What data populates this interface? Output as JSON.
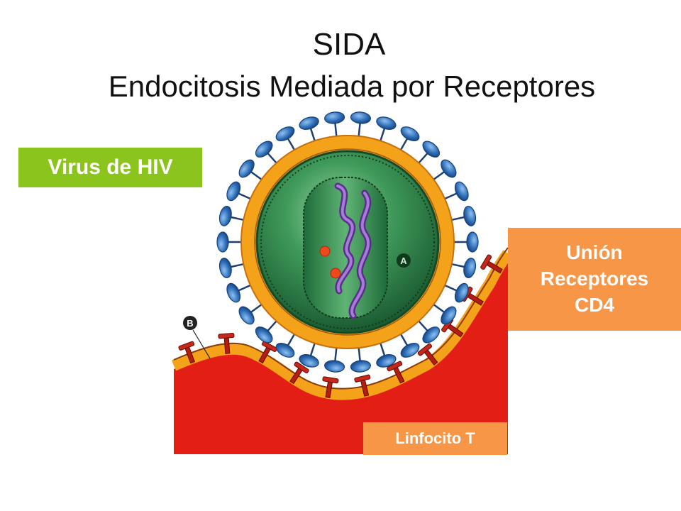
{
  "title": "SIDA",
  "subtitle": "Endocitosis Mediada por Receptores",
  "labels": {
    "virus": "Virus de HIV",
    "union_line1": "Unión",
    "union_line2": "Receptores",
    "union_line3": "CD4",
    "linfocito": "Linfocito T"
  },
  "markers": {
    "a": "A",
    "b": "B"
  },
  "colors": {
    "virus_label_bg": "#8CC41E",
    "union_label_bg": "#F79646",
    "linfocito_label_bg": "#F79646",
    "cell_red": "#E31E14",
    "membrane_orange": "#F5A21B",
    "spike_blue": "#2F6FB8",
    "capsid_green": "#2E7D45",
    "rna_purple": "#8B5BB8",
    "enzyme_red": "#F0471C"
  }
}
